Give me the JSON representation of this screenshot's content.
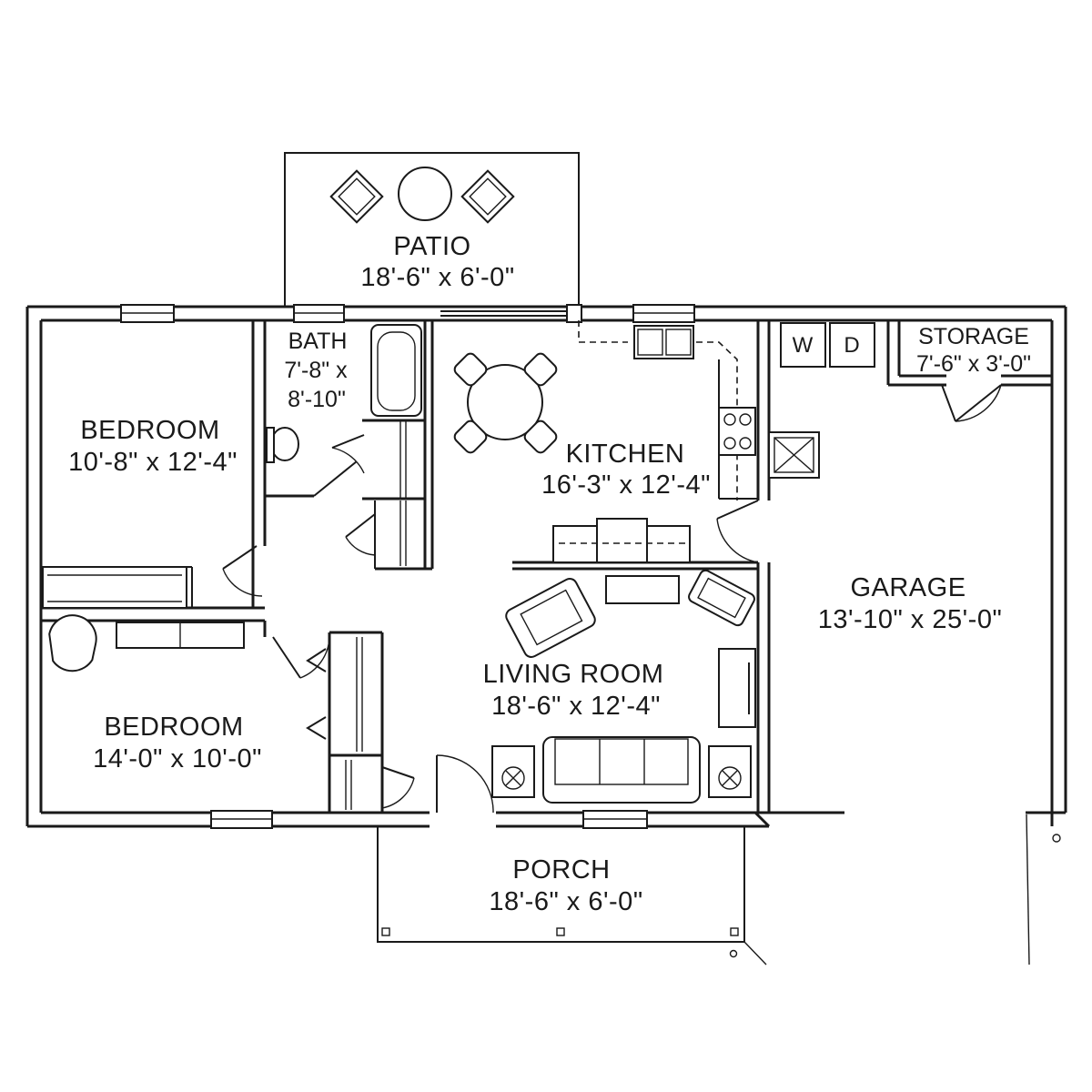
{
  "rooms": {
    "patio": {
      "name": "PATIO",
      "size": "18'-6\" x 6'-0\""
    },
    "bath": {
      "name": "BATH",
      "size_line1": "7'-8\" x",
      "size_line2": "8'-10\""
    },
    "kitchen": {
      "name": "KITCHEN",
      "size": "16'-3\" x 12'-4\""
    },
    "storage": {
      "name": "STORAGE",
      "size": "7'-6\" x 3'-0\""
    },
    "bedroom1": {
      "name": "BEDROOM",
      "size": "10'-8\" x 12'-4\""
    },
    "bedroom2": {
      "name": "BEDROOM",
      "size": "14'-0\" x 10'-0\""
    },
    "living": {
      "name": "LIVING ROOM",
      "size": "18'-6\" x 12'-4\""
    },
    "garage": {
      "name": "GARAGE",
      "size": "13'-10\" x 25'-0\""
    },
    "porch": {
      "name": "PORCH",
      "size": "18'-6\" x 6'-0\""
    }
  },
  "appliances": {
    "washer": "W",
    "dryer": "D"
  }
}
